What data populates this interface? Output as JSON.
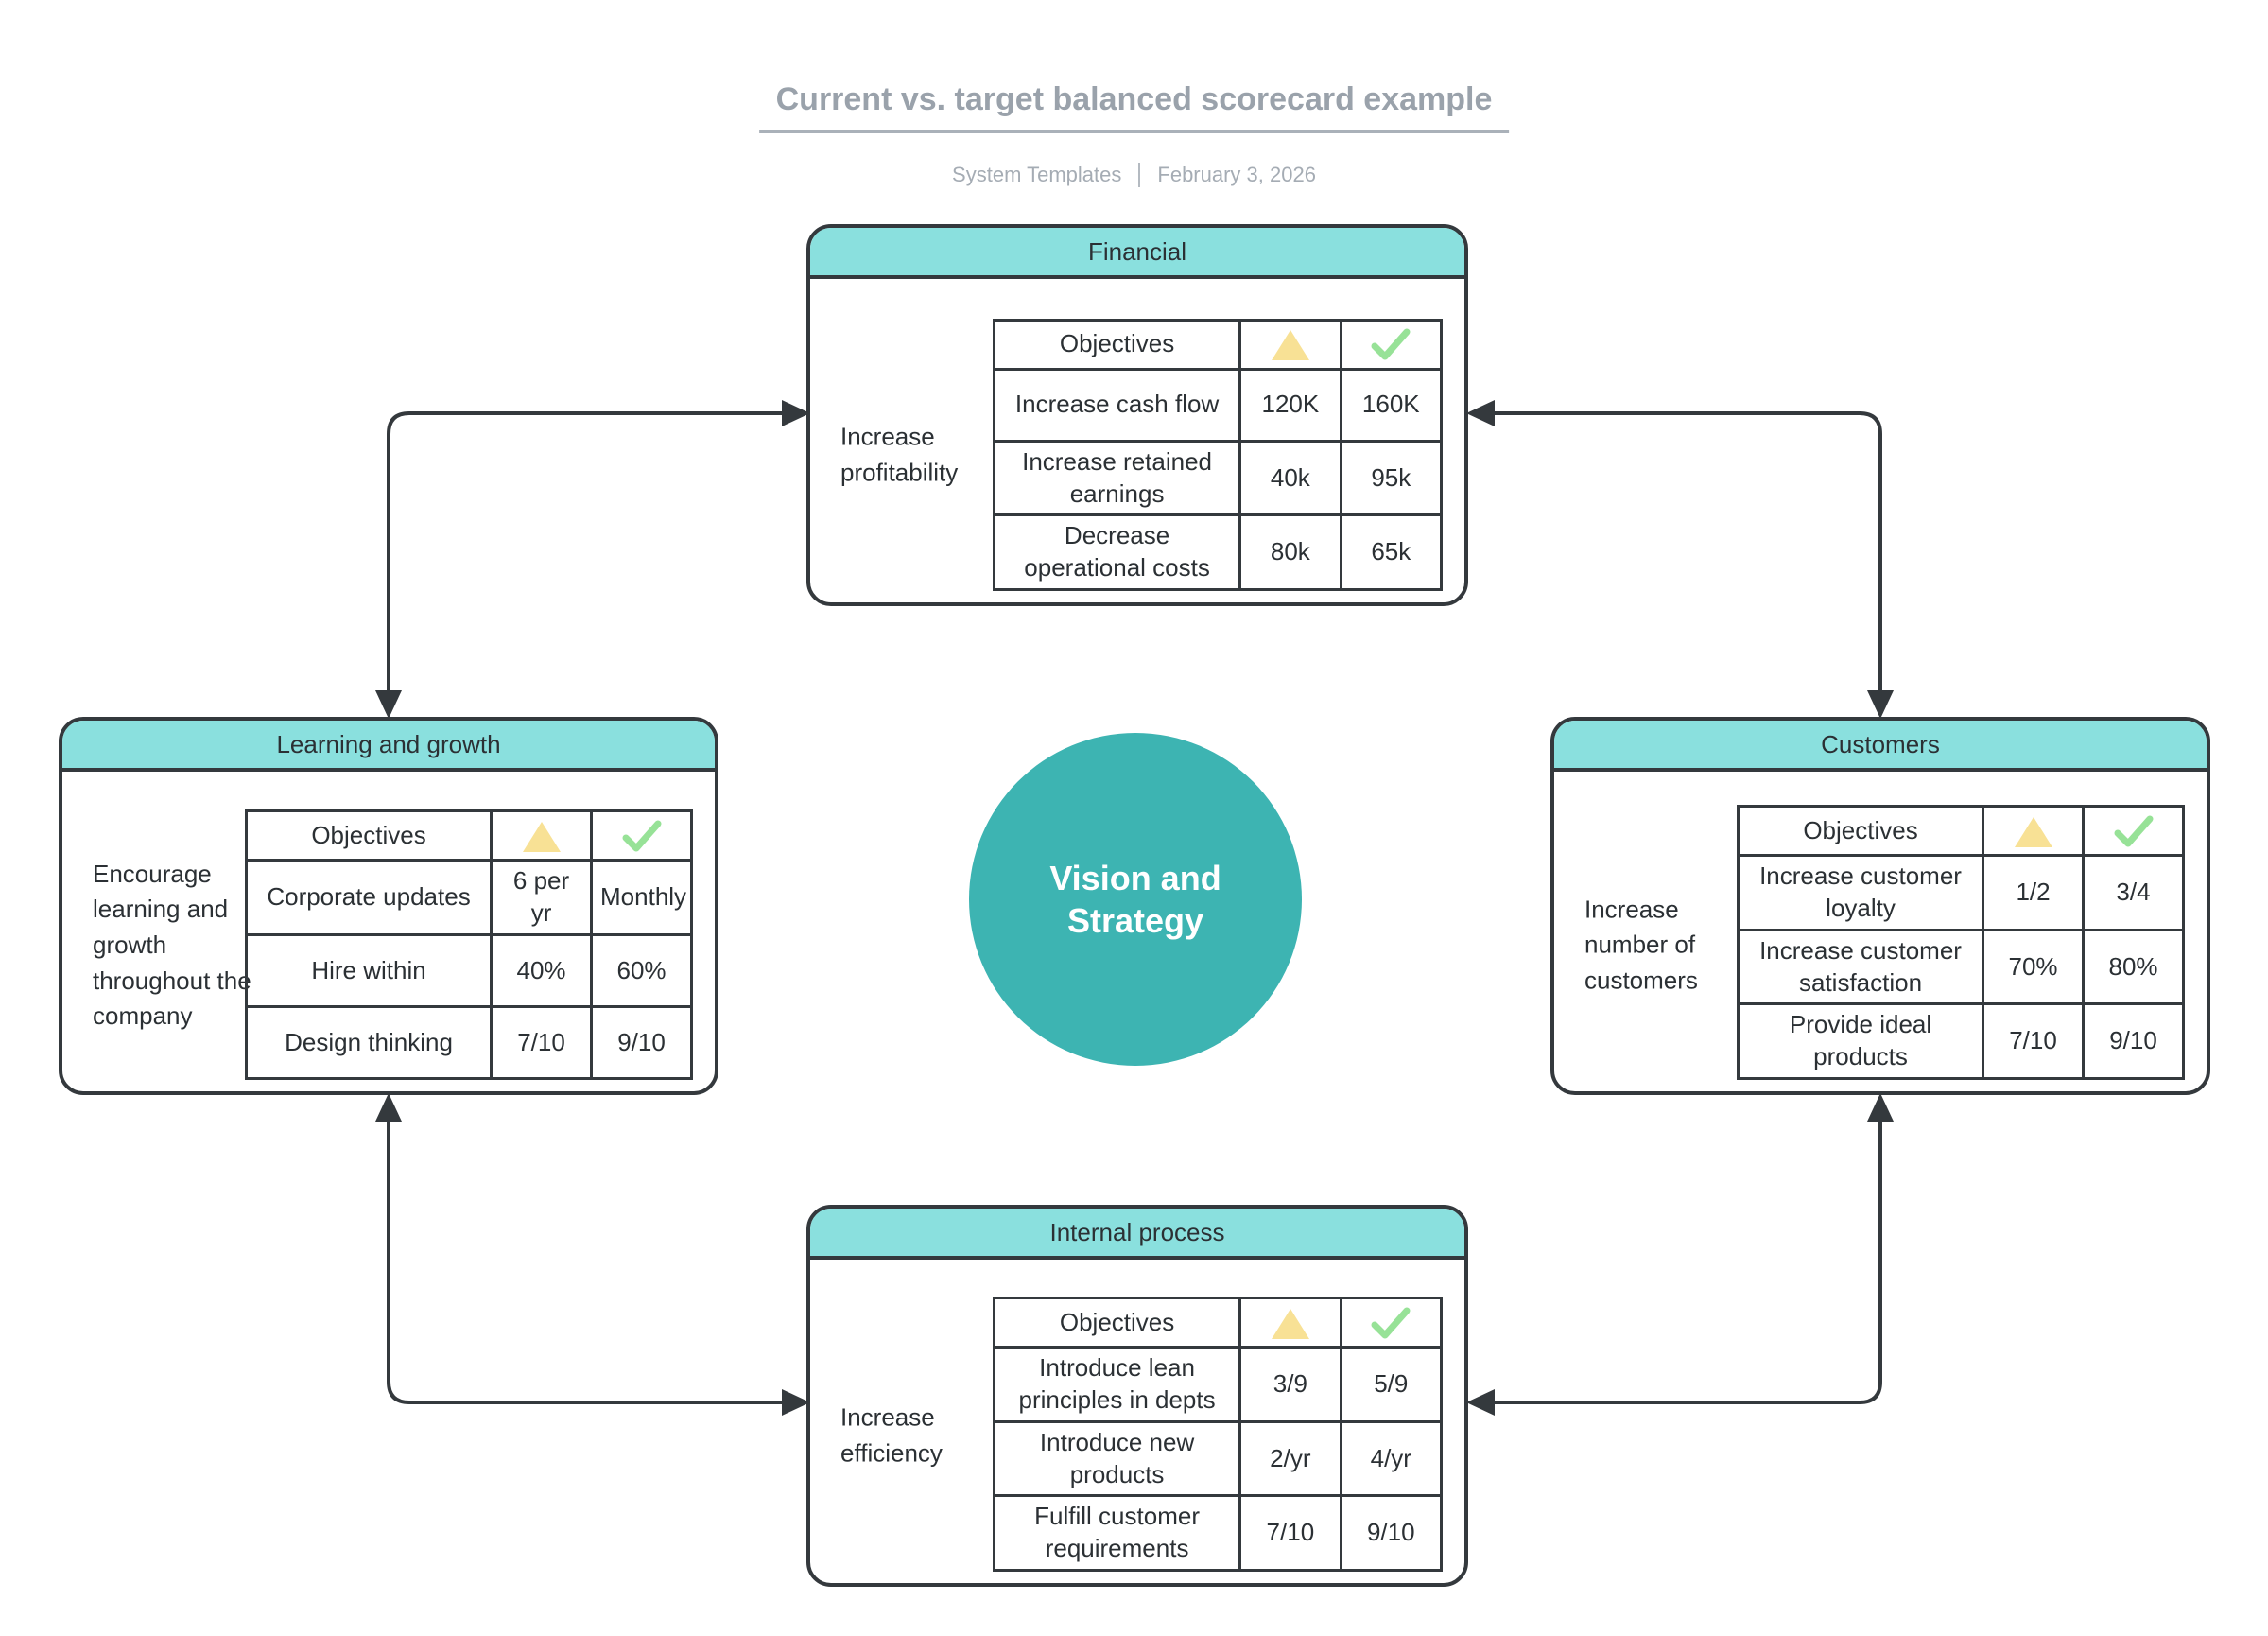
{
  "page": {
    "title": "Current vs. target balanced scorecard example",
    "byline": "System Templates",
    "date": "February 3, 2026"
  },
  "center": {
    "label": "Vision and Strategy"
  },
  "table_header": {
    "objectives": "Objectives",
    "current_icon": "triangle-icon",
    "target_icon": "check-icon"
  },
  "cards": {
    "financial": {
      "title": "Financial",
      "side_label": "Increase profitability",
      "rows": [
        {
          "objective": "Increase cash flow",
          "current": "120K",
          "target": "160K"
        },
        {
          "objective": "Increase retained earnings",
          "current": "40k",
          "target": "95k"
        },
        {
          "objective": "Decrease operational costs",
          "current": "80k",
          "target": "65k"
        }
      ]
    },
    "learning": {
      "title": "Learning and growth",
      "side_label": "Encourage learning and growth throughout the company",
      "rows": [
        {
          "objective": "Corporate updates",
          "current": "6 per yr",
          "target": "Monthly"
        },
        {
          "objective": "Hire within",
          "current": "40%",
          "target": "60%"
        },
        {
          "objective": "Design thinking",
          "current": "7/10",
          "target": "9/10"
        }
      ]
    },
    "customers": {
      "title": "Customers",
      "side_label": "Increase number of customers",
      "rows": [
        {
          "objective": "Increase customer loyalty",
          "current": "1/2",
          "target": "3/4"
        },
        {
          "objective": "Increase customer satisfaction",
          "current": "70%",
          "target": "80%"
        },
        {
          "objective": "Provide ideal products",
          "current": "7/10",
          "target": "9/10"
        }
      ]
    },
    "internal": {
      "title": "Internal process",
      "side_label": "Increase efficiency",
      "rows": [
        {
          "objective": "Introduce lean principles in depts",
          "current": "3/9",
          "target": "5/9"
        },
        {
          "objective": "Introduce new products",
          "current": "2/yr",
          "target": "4/yr"
        },
        {
          "objective": "Fulfill customer requirements",
          "current": "7/10",
          "target": "9/10"
        }
      ]
    }
  },
  "colors": {
    "header_teal": "#8AE0DE",
    "circle_teal": "#3DB4B2",
    "triangle_yellow": "#F8E195",
    "check_green": "#97E297",
    "line_dark": "#34393D",
    "text_dark": "#2B3034",
    "title_gray": "#9AA2AB",
    "subtitle_gray": "#A5ACB4"
  }
}
